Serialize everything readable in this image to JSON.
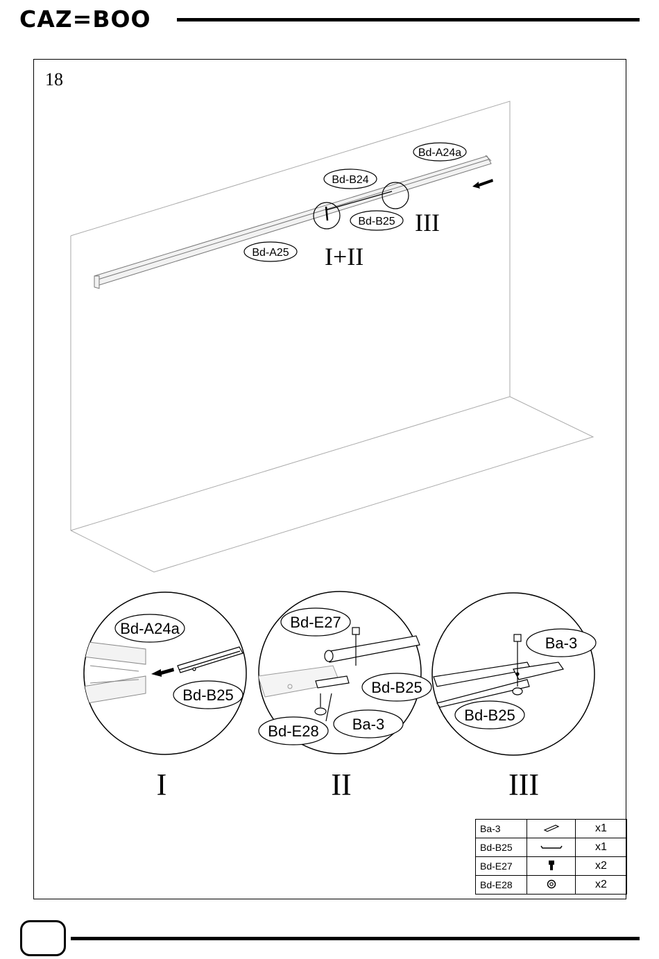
{
  "header": {
    "brand": "CAZ=BOO"
  },
  "step": {
    "number": "18"
  },
  "main_view": {
    "labels": {
      "a24a": "Bd-A24a",
      "b24": "Bd-B24",
      "b25": "Bd-B25",
      "a25": "Bd-A25"
    },
    "markers": {
      "iii": "III",
      "i_ii": "I+II"
    }
  },
  "details": [
    {
      "id": "I",
      "labels": [
        "Bd-A24a",
        "Bd-B25"
      ]
    },
    {
      "id": "II",
      "labels": [
        "Bd-E27",
        "Bd-B25",
        "Ba-3",
        "Bd-E28"
      ]
    },
    {
      "id": "III",
      "labels": [
        "Ba-3",
        "Bd-B25"
      ]
    }
  ],
  "parts_list": [
    {
      "code": "Ba-3",
      "icon": "plate-icon",
      "qty": "x1"
    },
    {
      "code": "Bd-B25",
      "icon": "rail-bracket-icon",
      "qty": "x1"
    },
    {
      "code": "Bd-E27",
      "icon": "bolt-icon",
      "qty": "x2"
    },
    {
      "code": "Bd-E28",
      "icon": "nut-icon",
      "qty": "x2"
    }
  ]
}
